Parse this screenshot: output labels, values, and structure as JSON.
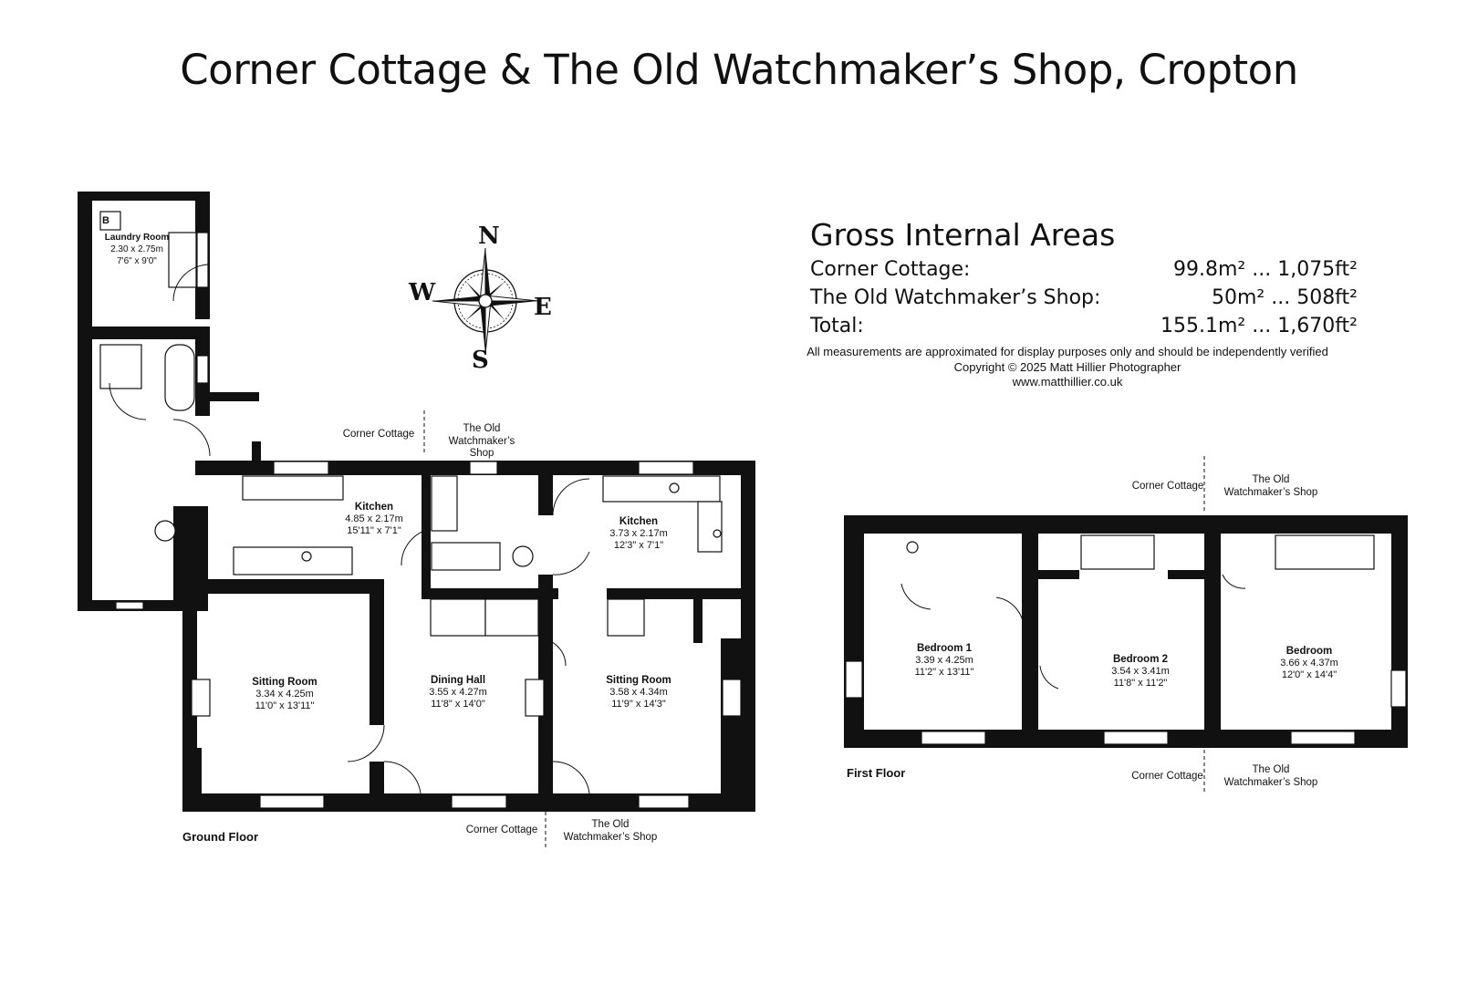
{
  "title": "Corner Cottage & The Old Watchmaker’s Shop, Cropton",
  "gross_internal_areas": {
    "heading": "Gross Internal Areas",
    "rows": [
      {
        "label": "Corner Cottage:",
        "value": "99.8m² ... 1,075ft²"
      },
      {
        "label": "The Old Watchmaker’s Shop:",
        "value": "50m² ... 508ft²"
      },
      {
        "label": "Total:",
        "value": "155.1m² ... 1,670ft²"
      }
    ]
  },
  "notes": {
    "disclaimer": "All measurements are approximated for display purposes only and should be independently verified",
    "copyright": "Copyright © 2025 Matt Hillier Photographer",
    "website": "www.matthillier.co.uk"
  },
  "compass": {
    "n": "N",
    "s": "S",
    "e": "E",
    "w": "W"
  },
  "ground_floor": {
    "label": "Ground Floor",
    "boundary_labels": {
      "top_left": "Corner Cottage",
      "top_right": "The Old Watchmaker’s Shop",
      "bottom_left": "Corner Cottage",
      "bottom_right": "The Old Watchmaker’s Shop"
    },
    "boiler_label": "B",
    "rooms": {
      "laundry": {
        "name": "Laundry Room",
        "metric": "2.30 x 2.75m",
        "imperial": "7'6\" x 9'0\""
      },
      "kitchen_cottage": {
        "name": "Kitchen",
        "metric": "4.85 x 2.17m",
        "imperial": "15'11\" x 7'1\""
      },
      "kitchen_shop": {
        "name": "Kitchen",
        "metric": "3.73 x 2.17m",
        "imperial": "12'3\" x 7'1\""
      },
      "sitting_left": {
        "name": "Sitting Room",
        "metric": "3.34 x 4.25m",
        "imperial": "11'0\" x 13'11\""
      },
      "dining_hall": {
        "name": "Dining Hall",
        "metric": "3.55 x 4.27m",
        "imperial": "11'8\" x 14'0\""
      },
      "sitting_right": {
        "name": "Sitting Room",
        "metric": "3.58 x 4.34m",
        "imperial": "11'9\" x 14'3\""
      }
    }
  },
  "first_floor": {
    "label": "First Floor",
    "boundary_labels": {
      "top_left": "Corner Cottage",
      "top_right": "The Old Watchmaker’s Shop",
      "bottom_left": "Corner Cottage",
      "bottom_right": "The Old Watchmaker’s Shop"
    },
    "rooms": {
      "bedroom1": {
        "name": "Bedroom 1",
        "metric": "3.39 x 4.25m",
        "imperial": "11'2\" x 13'11\""
      },
      "bedroom2": {
        "name": "Bedroom 2",
        "metric": "3.54 x 3.41m",
        "imperial": "11'8\" x 11'2\""
      },
      "bedroom3": {
        "name": "Bedroom",
        "metric": "3.66 x 4.37m",
        "imperial": "12'0\" x 14'4\""
      }
    }
  }
}
